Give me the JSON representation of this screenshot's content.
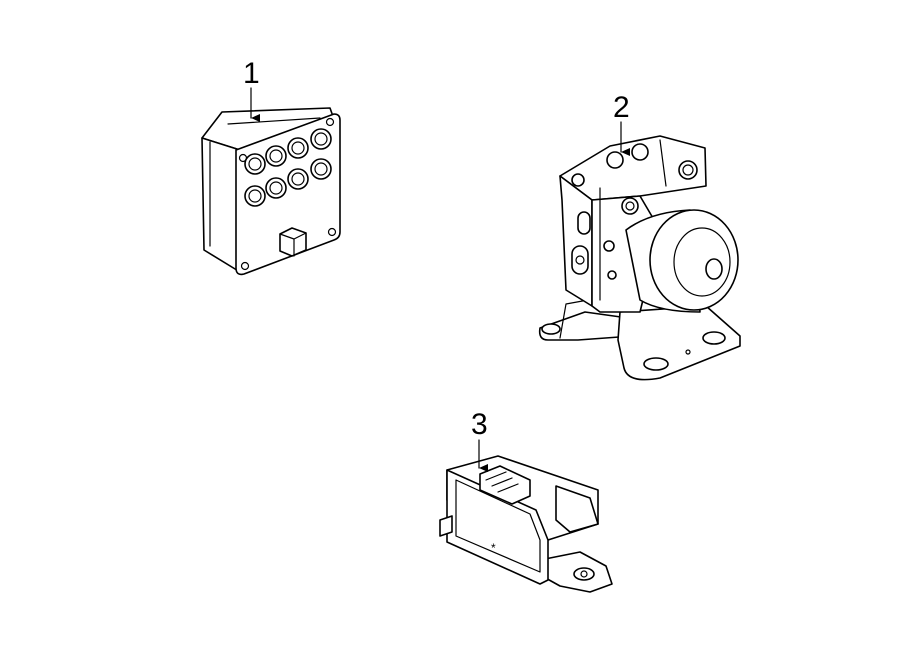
{
  "callouts": {
    "part1": "1",
    "part2": "2",
    "part3": "3"
  },
  "part3_marking": "*",
  "colors": {
    "line": "#000000",
    "background": "#ffffff"
  }
}
